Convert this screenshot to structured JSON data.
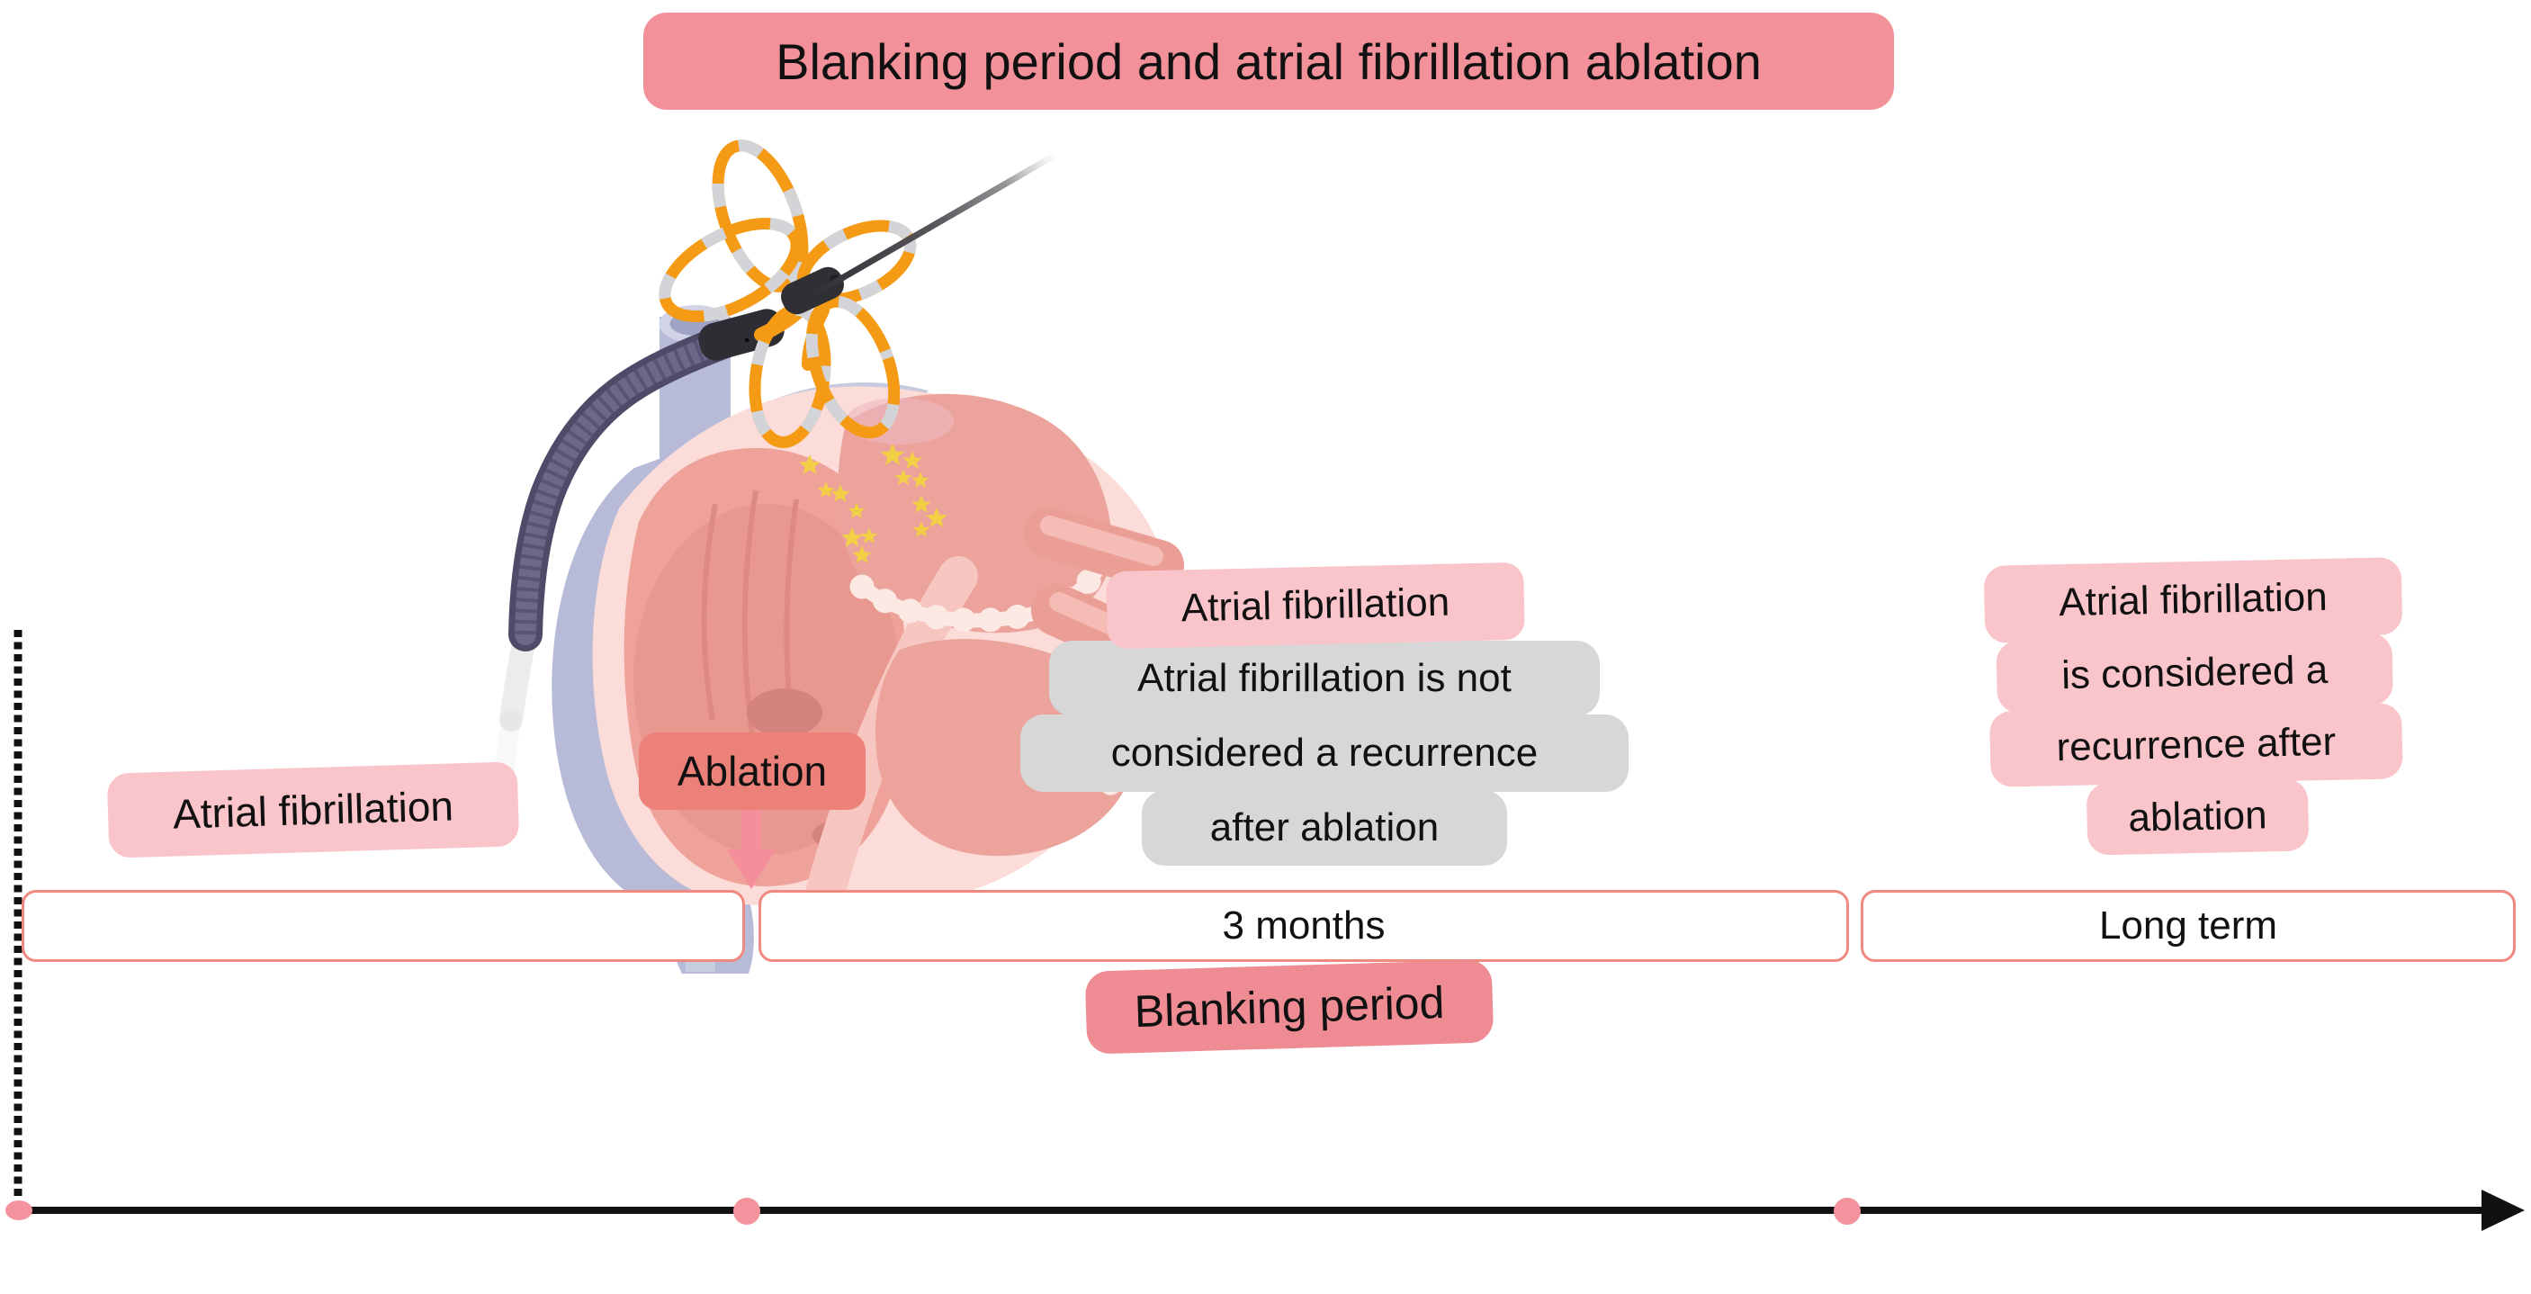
{
  "title": "Blanking period and atrial fibrillation ablation",
  "timeline": {
    "pre_label": "Atrial fibrillation",
    "ablation_label": "Ablation",
    "segment_pre": "",
    "segment_blanking_duration": "3 months",
    "segment_long_term": "Long term",
    "blanking_period_label": "Blanking period"
  },
  "notes": {
    "blanking_header": "Atrial fibrillation",
    "blanking_lines": [
      "Atrial fibrillation is not",
      "considered a recurrence",
      "after ablation"
    ],
    "long_term_lines": [
      "Atrial fibrillation",
      "is considered a",
      "recurrence after",
      "ablation"
    ]
  },
  "illustration": {
    "name": "heart-with-circular-ablation-catheter",
    "star_marks": 14
  },
  "colors": {
    "title_bg": "#f2919a",
    "chip_pink": "#f9c4ca",
    "ablation_bg": "#eb8178",
    "arrow_pink": "#f48e9a",
    "blanking_bg": "#ef8b93",
    "note_gray": "#d7d7d7",
    "box_border": "#f0897f",
    "dot_pink": "#f4939d",
    "line_black": "#111111",
    "star_yellow": "#f2cf45",
    "catheter_orange": "#f59a14",
    "catheter_body": "#524e6b",
    "heart_light": "#fbdcd8",
    "heart_salmon": "#eda29a",
    "lavender": "#b7bbd8"
  }
}
